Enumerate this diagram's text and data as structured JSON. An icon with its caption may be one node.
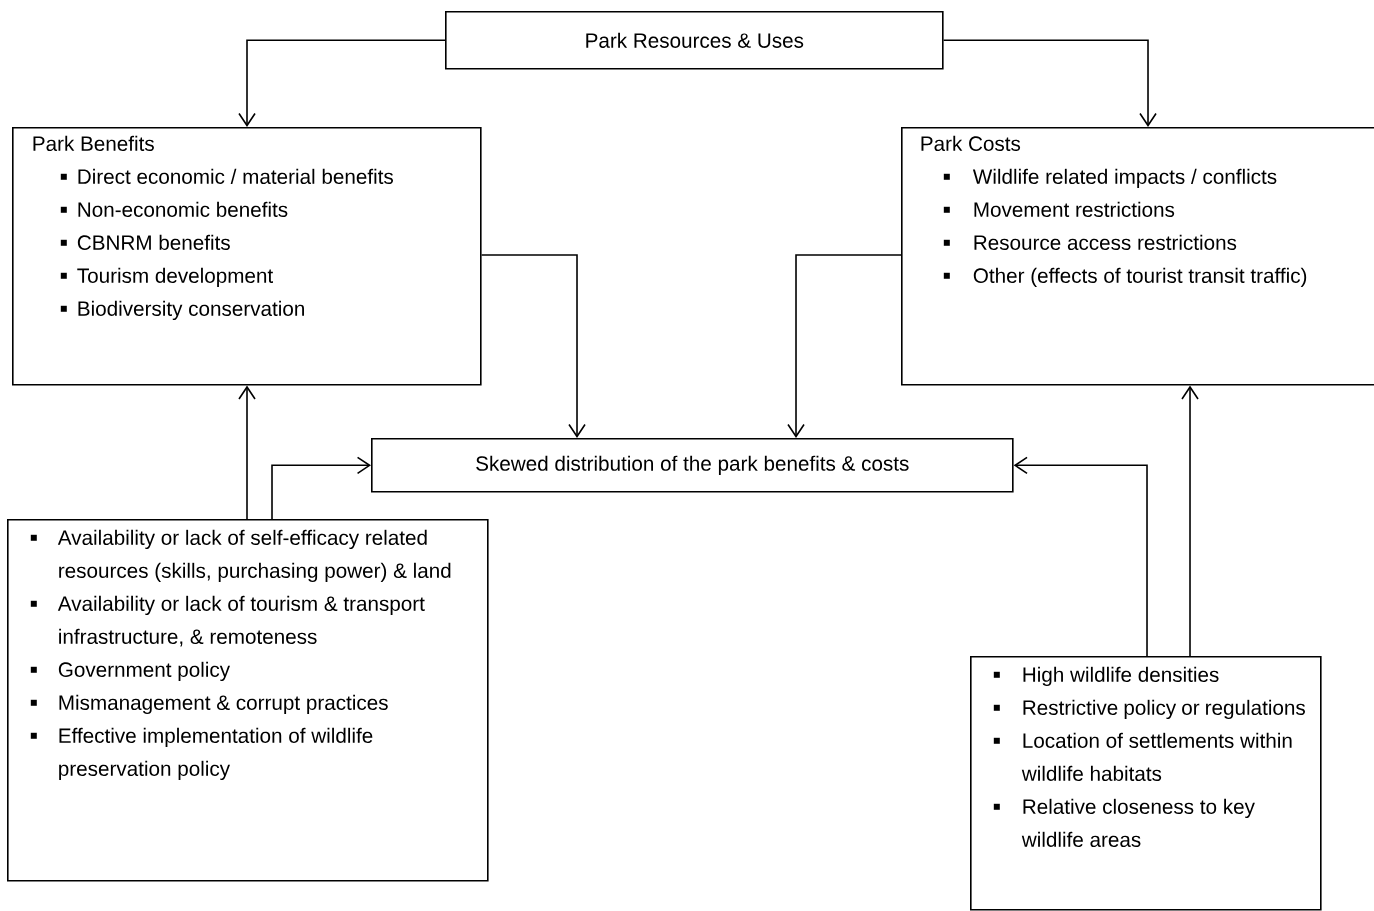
{
  "diagram": {
    "nodes": [
      {
        "text": [
          "Park Resources & Uses"
        ]
      },
      {
        "text": [
          "Park Benefits",
          "Direct economic / material benefits",
          "Non-economic benefits",
          "CBNRM benefits",
          "Tourism development",
          "Biodiversity conservation"
        ]
      },
      {
        "text": [
          "Park Costs",
          "Wildlife related impacts / conflicts",
          "Movement restrictions",
          "Resource access restrictions",
          "Other (effects of tourist transit traffic)"
        ]
      },
      {
        "text": [
          "Skewed distribution of the park benefits & costs"
        ]
      },
      {
        "text": [
          "Availability or lack of self-efficacy related resources (skills, purchasing power) & land",
          "Availability or lack of tourism & transport infrastructure, & remoteness",
          "Government policy",
          "Mismanagement & corrupt practices",
          "Effective implementation of wildlife preservation policy"
        ]
      },
      {
        "text": [
          "High wildlife densities",
          "Restrictive policy or regulations",
          "Location of settlements within wildlife habitats",
          "Relative closeness to key wildlife areas"
        ]
      }
    ],
    "edges": [
      {
        "from": 0,
        "to": 1,
        "arrow": "to"
      },
      {
        "from": 0,
        "to": 2,
        "arrow": "to"
      },
      {
        "from": 1,
        "to": 3,
        "arrow": "to"
      },
      {
        "from": 2,
        "to": 3,
        "arrow": "to"
      },
      {
        "from": 4,
        "to": 1,
        "arrow": "to"
      },
      {
        "from": 4,
        "to": 3,
        "arrow": "to"
      },
      {
        "from": 5,
        "to": 3,
        "arrow": "to"
      },
      {
        "from": 5,
        "to": 2,
        "arrow": "to"
      }
    ]
  }
}
